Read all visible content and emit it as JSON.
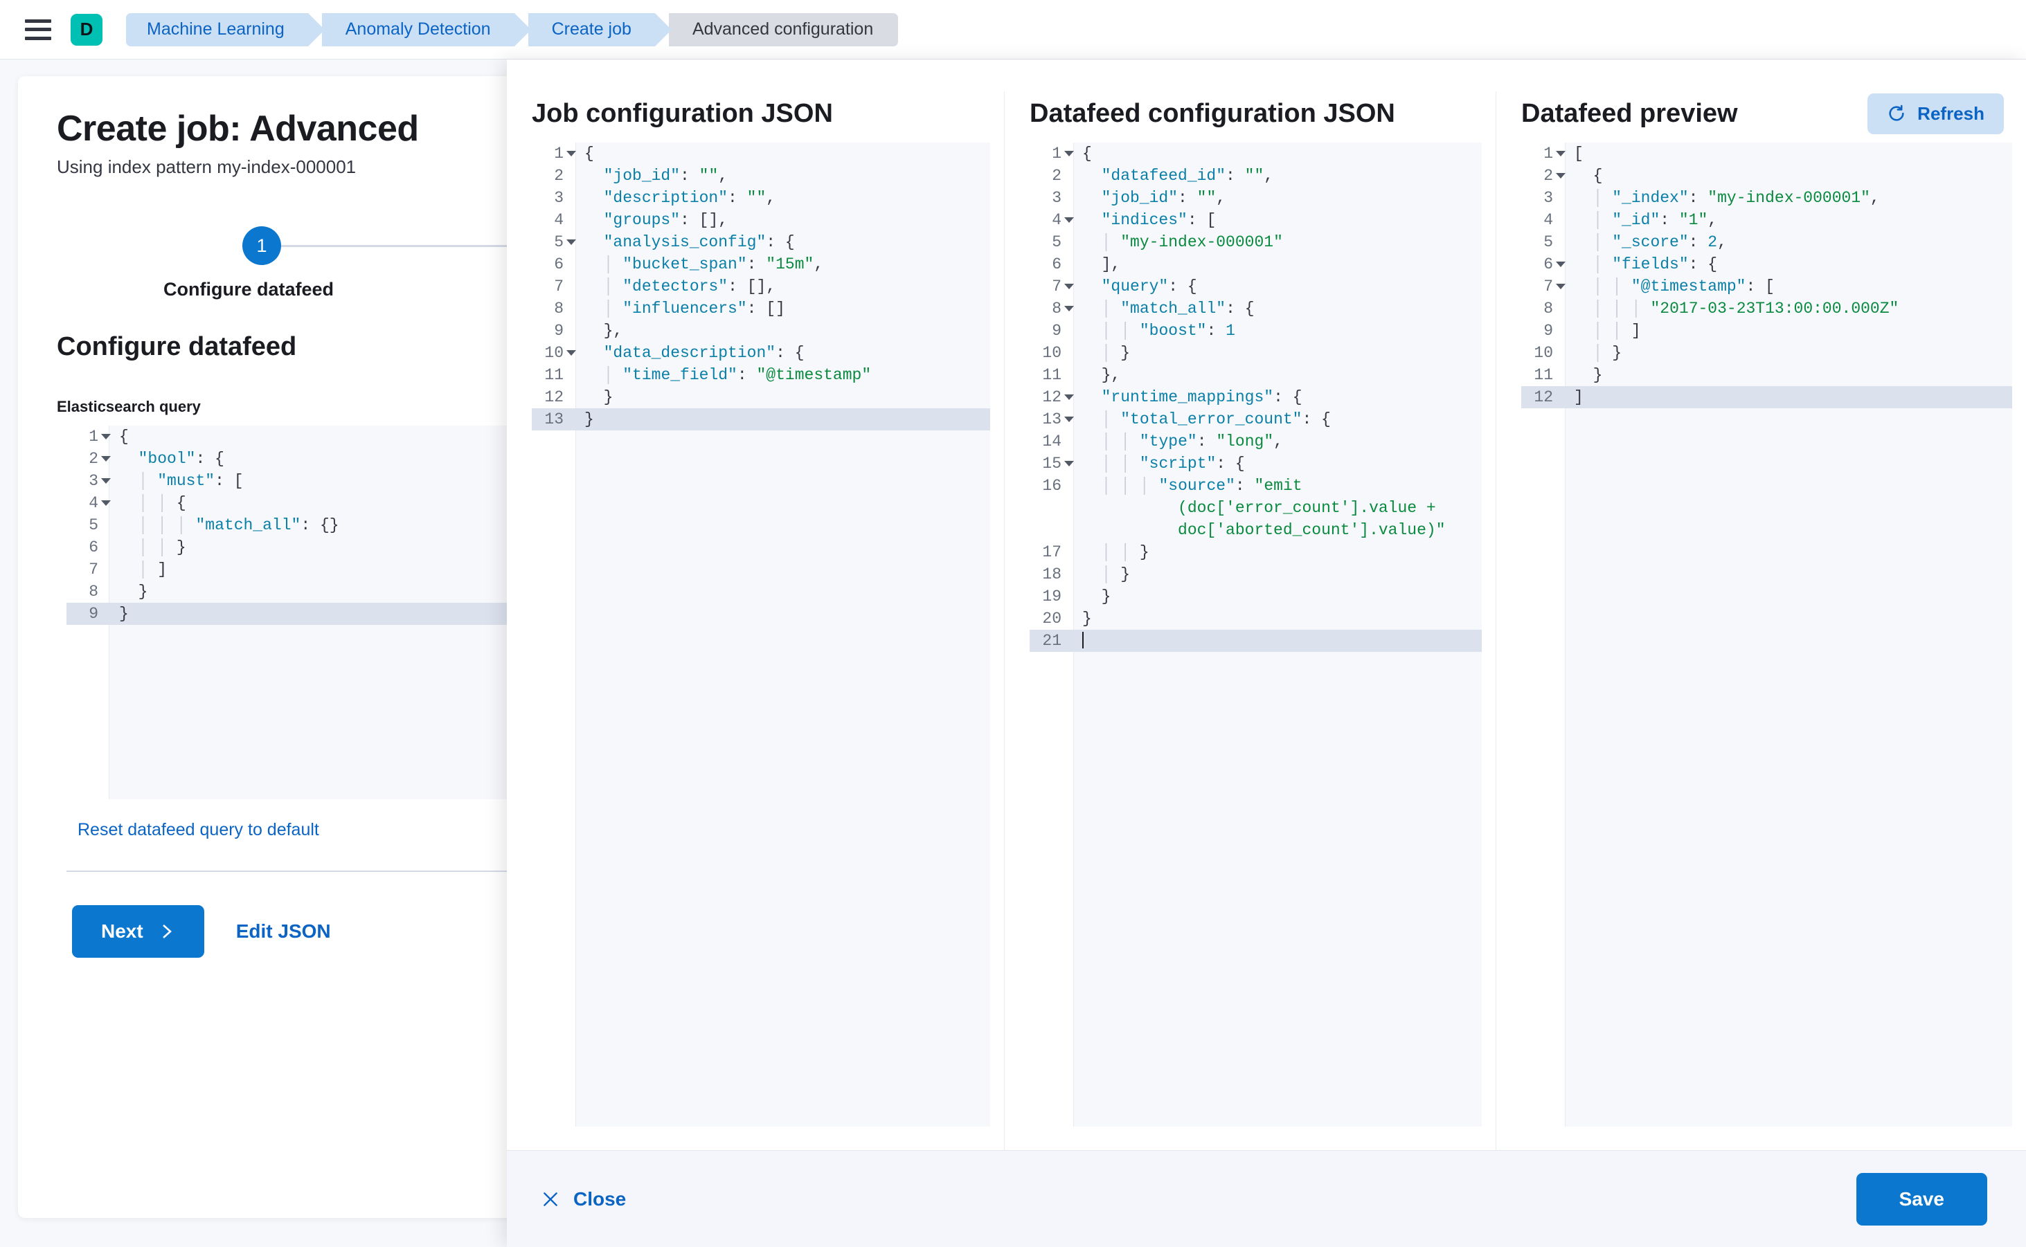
{
  "topbar": {
    "menu_icon": "hamburger-menu-icon",
    "avatar_letter": "D",
    "breadcrumbs": [
      {
        "label": "Machine Learning",
        "active": false
      },
      {
        "label": "Anomaly Detection",
        "active": false
      },
      {
        "label": "Create job",
        "active": false
      },
      {
        "label": "Advanced configuration",
        "active": true
      }
    ]
  },
  "colors": {
    "accent_blue": "#0b77cf",
    "link_blue": "#0b64c4",
    "breadcrumb_blue": "#cce0f5",
    "breadcrumb_grey": "#d9dce2",
    "avatar_teal": "#00bfb3",
    "editor_bg": "#f7f8fc",
    "active_line": "#dbe2ee",
    "string_green": "#0a8a3f",
    "key_teal": "#0a7fa8"
  },
  "page": {
    "title": "Create job: Advanced",
    "subtitle": "Using index pattern my-index-000001",
    "step_number": "1",
    "step_label": "Configure datafeed",
    "section_title": "Configure datafeed",
    "query_field_label": "Elasticsearch query",
    "reset_link": "Reset datafeed query to default",
    "next_button": "Next",
    "edit_json_button": "Edit JSON"
  },
  "es_query_editor": {
    "active_line": 9,
    "lines": [
      {
        "n": "1",
        "fold": true,
        "code": "{"
      },
      {
        "n": "2",
        "fold": true,
        "code": "  \"bool\": {"
      },
      {
        "n": "3",
        "fold": true,
        "code": "  │ \"must\": ["
      },
      {
        "n": "4",
        "fold": true,
        "code": "  │ │ {"
      },
      {
        "n": "5",
        "fold": false,
        "code": "  │ │ │ \"match_all\": {}"
      },
      {
        "n": "6",
        "fold": false,
        "code": "  │ │ }"
      },
      {
        "n": "7",
        "fold": false,
        "code": "  │ ]"
      },
      {
        "n": "8",
        "fold": false,
        "code": "  }"
      },
      {
        "n": "9",
        "fold": false,
        "code": "}"
      }
    ]
  },
  "flyout": {
    "columns": [
      {
        "title": "Job configuration JSON"
      },
      {
        "title": "Datafeed configuration JSON"
      },
      {
        "title": "Datafeed preview"
      }
    ],
    "refresh_button": "Refresh",
    "refresh_icon": "refresh-icon",
    "close_button": "Close",
    "close_icon": "close-x-icon",
    "save_button": "Save"
  },
  "job_config_editor": {
    "active_line": 13,
    "lines": [
      {
        "n": "1",
        "fold": true,
        "code": "{"
      },
      {
        "n": "2",
        "fold": false,
        "code": "  \"job_id\": \"\","
      },
      {
        "n": "3",
        "fold": false,
        "code": "  \"description\": \"\","
      },
      {
        "n": "4",
        "fold": false,
        "code": "  \"groups\": [],"
      },
      {
        "n": "5",
        "fold": true,
        "code": "  \"analysis_config\": {"
      },
      {
        "n": "6",
        "fold": false,
        "code": "  │ \"bucket_span\": \"15m\","
      },
      {
        "n": "7",
        "fold": false,
        "code": "  │ \"detectors\": [],"
      },
      {
        "n": "8",
        "fold": false,
        "code": "  │ \"influencers\": []"
      },
      {
        "n": "9",
        "fold": false,
        "code": "  },"
      },
      {
        "n": "10",
        "fold": true,
        "code": "  \"data_description\": {"
      },
      {
        "n": "11",
        "fold": false,
        "code": "  │ \"time_field\": \"@timestamp\""
      },
      {
        "n": "12",
        "fold": false,
        "code": "  }"
      },
      {
        "n": "13",
        "fold": false,
        "code": "}"
      }
    ]
  },
  "datafeed_config_editor": {
    "active_line": 21,
    "lines": [
      {
        "n": "1",
        "fold": true,
        "code": "{"
      },
      {
        "n": "2",
        "fold": false,
        "code": "  \"datafeed_id\": \"\","
      },
      {
        "n": "3",
        "fold": false,
        "code": "  \"job_id\": \"\","
      },
      {
        "n": "4",
        "fold": true,
        "code": "  \"indices\": ["
      },
      {
        "n": "5",
        "fold": false,
        "code": "  │ \"my-index-000001\""
      },
      {
        "n": "6",
        "fold": false,
        "code": "  ],"
      },
      {
        "n": "7",
        "fold": true,
        "code": "  \"query\": {"
      },
      {
        "n": "8",
        "fold": true,
        "code": "  │ \"match_all\": {"
      },
      {
        "n": "9",
        "fold": false,
        "code": "  │ │ \"boost\": 1"
      },
      {
        "n": "10",
        "fold": false,
        "code": "  │ }"
      },
      {
        "n": "11",
        "fold": false,
        "code": "  },"
      },
      {
        "n": "12",
        "fold": true,
        "code": "  \"runtime_mappings\": {"
      },
      {
        "n": "13",
        "fold": true,
        "code": "  │ \"total_error_count\": {"
      },
      {
        "n": "14",
        "fold": false,
        "code": "  │ │ \"type\": \"long\","
      },
      {
        "n": "15",
        "fold": true,
        "code": "  │ │ \"script\": {"
      },
      {
        "n": "16",
        "fold": false,
        "code": "  │ │ │ \"source\": \"emit"
      },
      {
        "n": "",
        "fold": false,
        "code": "          (doc['error_count'].value +"
      },
      {
        "n": "",
        "fold": false,
        "code": "          doc['aborted_count'].value)\""
      },
      {
        "n": "17",
        "fold": false,
        "code": "  │ │ }"
      },
      {
        "n": "18",
        "fold": false,
        "code": "  │ }"
      },
      {
        "n": "19",
        "fold": false,
        "code": "  }"
      },
      {
        "n": "20",
        "fold": false,
        "code": "}"
      },
      {
        "n": "21",
        "fold": false,
        "code": ""
      }
    ]
  },
  "datafeed_preview_editor": {
    "active_line": 12,
    "lines": [
      {
        "n": "1",
        "fold": true,
        "code": "["
      },
      {
        "n": "2",
        "fold": true,
        "code": "  {"
      },
      {
        "n": "3",
        "fold": false,
        "code": "  │ \"_index\": \"my-index-000001\","
      },
      {
        "n": "4",
        "fold": false,
        "code": "  │ \"_id\": \"1\","
      },
      {
        "n": "5",
        "fold": false,
        "code": "  │ \"_score\": 2,"
      },
      {
        "n": "6",
        "fold": true,
        "code": "  │ \"fields\": {"
      },
      {
        "n": "7",
        "fold": true,
        "code": "  │ │ \"@timestamp\": ["
      },
      {
        "n": "8",
        "fold": false,
        "code": "  │ │ │ \"2017-03-23T13:00:00.000Z\""
      },
      {
        "n": "9",
        "fold": false,
        "code": "  │ │ ]"
      },
      {
        "n": "10",
        "fold": false,
        "code": "  │ }"
      },
      {
        "n": "11",
        "fold": false,
        "code": "  }"
      },
      {
        "n": "12",
        "fold": false,
        "code": "]"
      }
    ]
  }
}
